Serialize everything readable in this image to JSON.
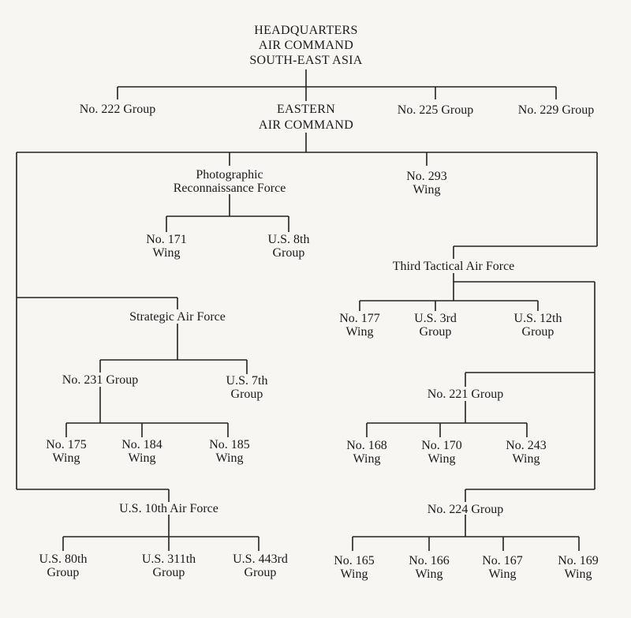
{
  "nodes": {
    "hq": [
      "HEADQUARTERS",
      "AIR COMMAND",
      "SOUTH-EAST ASIA"
    ],
    "g222": [
      "No. 222 Group"
    ],
    "eac": [
      "EASTERN",
      "AIR COMMAND"
    ],
    "g225": [
      "No. 225 Group"
    ],
    "g229": [
      "No. 229 Group"
    ],
    "prf": [
      "Photographic",
      "Reconnaissance Force"
    ],
    "w293": [
      "No. 293",
      "Wing"
    ],
    "w171": [
      "No. 171",
      "Wing"
    ],
    "us8": [
      "U.S. 8th",
      "Group"
    ],
    "ttaf": [
      "Third Tactical Air Force"
    ],
    "saf": [
      "Strategic Air Force"
    ],
    "w177": [
      "No. 177",
      "Wing"
    ],
    "us3": [
      "U.S. 3rd",
      "Group"
    ],
    "us12": [
      "U.S. 12th",
      "Group"
    ],
    "g231": [
      "No. 231 Group"
    ],
    "us7": [
      "U.S. 7th",
      "Group"
    ],
    "g221": [
      "No. 221 Group"
    ],
    "w175": [
      "No. 175",
      "Wing"
    ],
    "w184": [
      "No. 184",
      "Wing"
    ],
    "w185": [
      "No. 185",
      "Wing"
    ],
    "w168": [
      "No. 168",
      "Wing"
    ],
    "w170": [
      "No. 170",
      "Wing"
    ],
    "w243": [
      "No. 243",
      "Wing"
    ],
    "us10": [
      "U.S. 10th Air Force"
    ],
    "g224": [
      "No. 224 Group"
    ],
    "us80": [
      "U.S. 80th",
      "Group"
    ],
    "us311": [
      "U.S. 311th",
      "Group"
    ],
    "us443": [
      "U.S. 443rd",
      "Group"
    ],
    "w165": [
      "No. 165",
      "Wing"
    ],
    "w166": [
      "No. 166",
      "Wing"
    ],
    "w167": [
      "No. 167",
      "Wing"
    ],
    "w169": [
      "No. 169",
      "Wing"
    ]
  }
}
